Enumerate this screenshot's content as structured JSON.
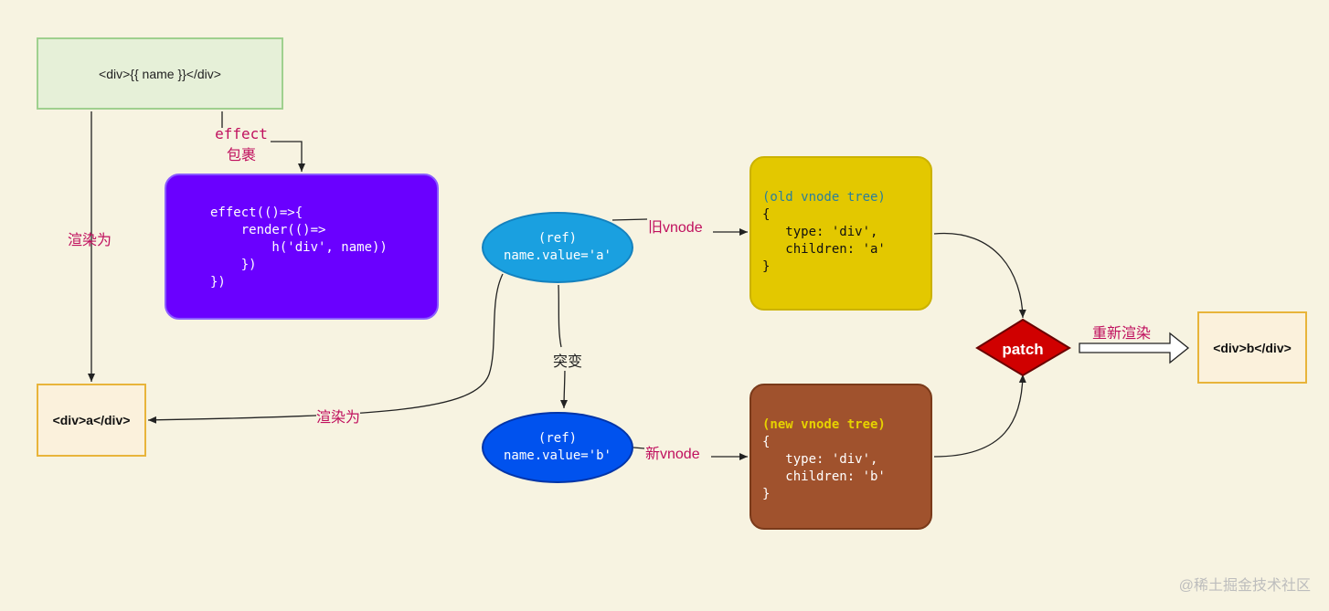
{
  "template_node": {
    "text": "<div>{{ name }}</div>"
  },
  "effect_label": {
    "line1": "effect",
    "line2": "包裹"
  },
  "effect_code": "effect(()=>{\n    render(()=>\n        h('div', name))\n    })\n})",
  "render_label_1": "渲染为",
  "render_label_2": "渲染为",
  "result_a": "<div>a</div>",
  "ref_a": {
    "line1": "(ref)",
    "line2": "name.value='a'"
  },
  "ref_b": {
    "line1": "(ref)",
    "line2": "name.value='b'"
  },
  "mutation_label": "突变",
  "old_vnode_label": "旧vnode",
  "new_vnode_label": "新vnode",
  "old_tree": {
    "title": "(old vnode tree)",
    "body": "{\n   type: 'div',\n   children: 'a'\n}"
  },
  "new_tree": {
    "title": "(new vnode tree)",
    "body": "{\n   type: 'div',\n   children: 'b'\n}"
  },
  "patch_label": "patch",
  "rerender_label": "重新渲染",
  "result_b": "<div>b</div>",
  "watermark": "@稀土掘金技术社区",
  "colors": {
    "line": "#222222",
    "label": "#c0105e",
    "patch_fill": "#d00000",
    "effect_fill": "#6a00ff",
    "old_tree_fill": "#e3c800",
    "new_tree_fill": "#a0522d"
  }
}
